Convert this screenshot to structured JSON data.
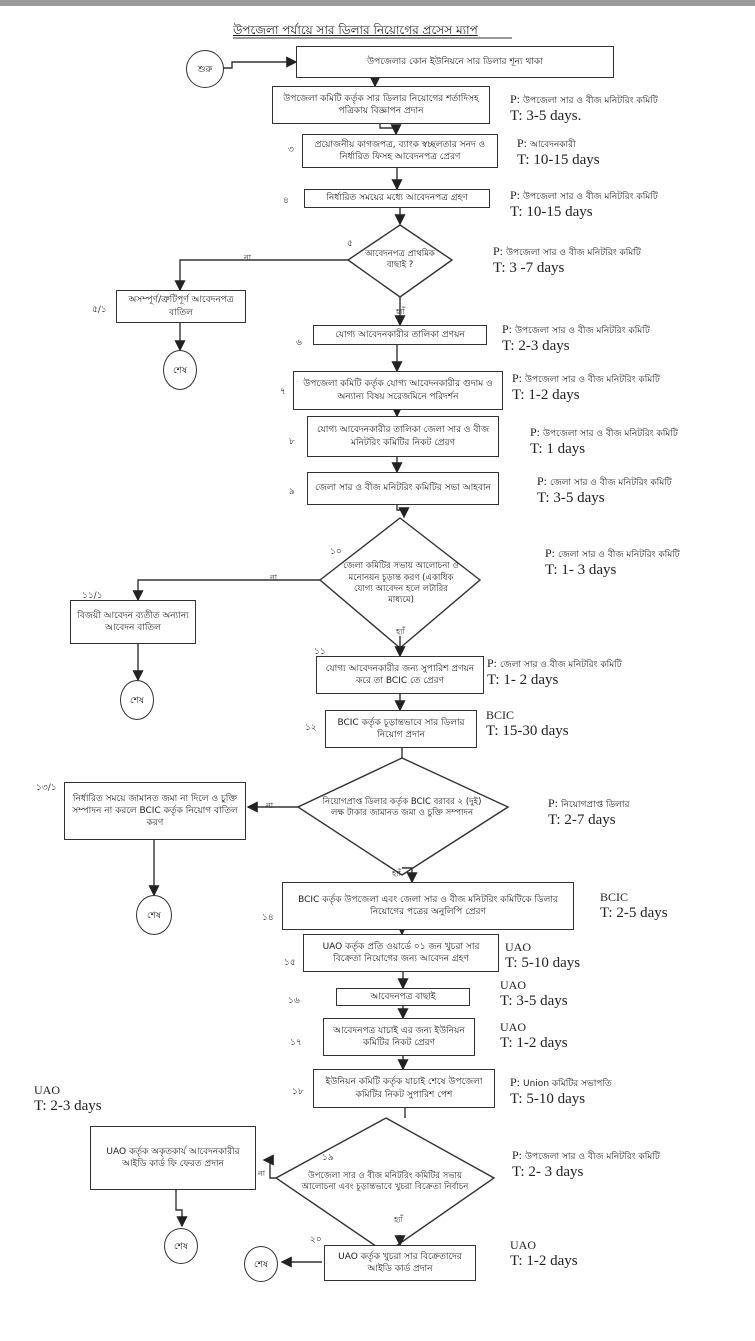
{
  "title": "উপজেলা পর্যায়ে সার ডিলার নিয়োগের প্রসেস ম্যাপ",
  "terminals": {
    "start": "শুরু",
    "end": "শেষ"
  },
  "branch_labels": {
    "yes": "হ্যাঁ",
    "no": "না"
  },
  "steps": [
    {
      "id": "1",
      "num": "",
      "text": "উপজেলার কোন ইউনিয়নে সার ডিলার শূন্য থাকা"
    },
    {
      "id": "2",
      "num": "",
      "text": "উপজেলা কমিটি কর্তৃক সার ডিলার নিয়োগের শর্তাদিসহ পত্রিকায় বিজ্ঞাপন প্রদান",
      "P": "উপজেলা সার ও বীজ মনিটরিং কমিটি",
      "T": "T: 3-5 days."
    },
    {
      "id": "3",
      "num": "৩",
      "text": "প্রয়োজনীয় কাগজপত্র, ব্যাংক স্বচ্ছলতার সনদ ও নির্ধারিত ফিসহ আবেদনপত্র প্রেরণ",
      "P": "আবেদনকারী",
      "T": "T: 10-15 days"
    },
    {
      "id": "4",
      "num": "৪",
      "text": "নির্ধারিত সময়ের মধ্যে আবেদনপত্র গ্রহণ",
      "P": "উপজেলা সার ও বীজ মনিটরিং কমিটি",
      "T": "T: 10-15 days"
    },
    {
      "id": "5",
      "num": "৫",
      "text": "আবেদনপত্র প্রাথমিক বাছাই ?",
      "P": "উপজেলা সার ও বীজ মনিটরিং কমিটি",
      "T": "T: 3 -7 days"
    },
    {
      "id": "5.1",
      "num": "৫/১",
      "text": "অসম্পূর্ণ/ত্রুটিপূর্ণ আবেদনপত্র বাতিল"
    },
    {
      "id": "6",
      "num": "৬",
      "text": "যোগ্য আবেদনকারীর তালিকা প্রণয়ন",
      "P": "উপজেলা সার ও বীজ মনিটরিং কমিটি",
      "T": "T: 2-3 days"
    },
    {
      "id": "7",
      "num": "৭",
      "text": "উপজেলা কমিটি কর্তৃক যোগ্য আবেদনকারীর গুদাম ও অন্যান্য বিষয় সরেজমিনে পরিদর্শন",
      "P": "উপজেলা সার ও বীজ মনিটরিং কমিটি",
      "T": "T: 1-2 days"
    },
    {
      "id": "8",
      "num": "৮",
      "text": "যোগ্য আবেদনকারীর তালিকা জেলা সার ও বীজ মনিটরিং কমিটির নিকট প্রেরণ",
      "P": "উপজেলা সার ও বীজ মনিটরিং কমিটি",
      "T": "T: 1 days"
    },
    {
      "id": "9",
      "num": "৯",
      "text": "জেলা সার ও বীজ মনিটরিং কমিটির সভা আহবান",
      "P": "জেলা সার ও বীজ মনিটরিং কমিটি",
      "T": "T: 3-5 days"
    },
    {
      "id": "10",
      "num": "১০",
      "text": "জেলা কমিটির সভায় আলোচনা ও মনোনয়ন চূড়ান্ত করণ (একাধিক যোগ্য আবেদন হলে লটারির মাধ্যমে)",
      "P": "জেলা সার ও বীজ মনিটরিং কমিটি",
      "T": "T: 1- 3 days"
    },
    {
      "id": "11.1",
      "num": "১১/১",
      "text": "বিজয়ী আবেদন ব্যতীত অন্যান্য আবেদন বাতিল"
    },
    {
      "id": "11",
      "num": "১১",
      "text": "যোগ্য আবেদনকারীর জন্য সুপারিশ প্রণয়ন করে তা BCIC তে প্রেরণ",
      "P": "জেলা সার ও বীজ মনিটরিং কমিটি",
      "T": "T: 1- 2 days"
    },
    {
      "id": "12",
      "num": "১২",
      "text": "BCIC কর্তৃক চূড়ান্তভাবে সার ডিলার নিয়োগ প্রদান",
      "P": "BCIC",
      "T": "T: 15-30 days"
    },
    {
      "id": "13",
      "num": "",
      "text": "নিয়োগপ্রাপ্ত ডিলার কর্তৃক BCIC বরাবর ২ (দুই) লক্ষ টাকার জামানত জমা ও চুক্তি সম্পাদন",
      "P": "নিয়োগপ্রাপ্ত ডিলার",
      "T": "T: 2-7 days"
    },
    {
      "id": "13.1",
      "num": "১৩/১",
      "text": "নির্ধারিত সময়ে জামানত জমা না দিলে ও চুক্তি সম্পাদন না করলে BCIC কর্তৃক নিয়োগ বাতিল করণ"
    },
    {
      "id": "14",
      "num": "১৪",
      "text": "BCIC কর্তৃক উপজেলা এবং জেলা সার ও বীজ মনিটরিং কমিটিকে ডিলার নিয়োগের পত্রের অনুলিপি প্রেরণ",
      "P": "BCIC",
      "T": "T: 2-5 days"
    },
    {
      "id": "15",
      "num": "১৫",
      "text": "UAO কর্তৃক প্রতি ওয়ার্ডে ০১ জন খুচরা সার বিক্রেতা নিয়োগের জন্য আবেদন গ্রহণ",
      "P": "UAO",
      "T": "T: 5-10 days"
    },
    {
      "id": "16",
      "num": "১৬",
      "text": "আবেদনপত্র বাছাই",
      "P": "UAO",
      "T": "T: 3-5 days"
    },
    {
      "id": "17",
      "num": "১৭",
      "text": "আবেদনপত্র যাচাই এর জন্য ইউনিয়ন কমিটির নিকট প্রেরণ",
      "P": "UAO",
      "T": "T: 1-2 days"
    },
    {
      "id": "18",
      "num": "১৮",
      "text": "ইউনিয়ন কমিটি কর্তৃক যাচাই শেষে উপজেলা কমিটির নিকট সুপারিশ পেশ",
      "P": "Union কমিটির সভাপতি",
      "T": "T: 5-10 days"
    },
    {
      "id": "19",
      "num": "১৯",
      "text": "উপজেলা সার ও বীজ মনিটরিং কমিটির সভায় আলোচনা এবং চূড়ান্তভাবে খুচরা বিক্রেতা নির্বাচন",
      "P": "উপজেলা সার ও বীজ মনিটরিং কমিটি",
      "T": "T: 2- 3 days"
    },
    {
      "id": "19.1",
      "num": "",
      "text": "UAO কর্তৃক অকৃতকার্য আবেদনকারীর আইডি কার্ড ফি ফেরত প্রদান",
      "P": "UAO",
      "T": "T: 2-3 days"
    },
    {
      "id": "20",
      "num": "২০",
      "text": "UAO কর্তৃক খুচরা সার বিক্রেতাদের আইডি কার্ড প্রদান",
      "P": "UAO",
      "T": "T: 1-2 days"
    }
  ],
  "p_prefix": "P: "
}
